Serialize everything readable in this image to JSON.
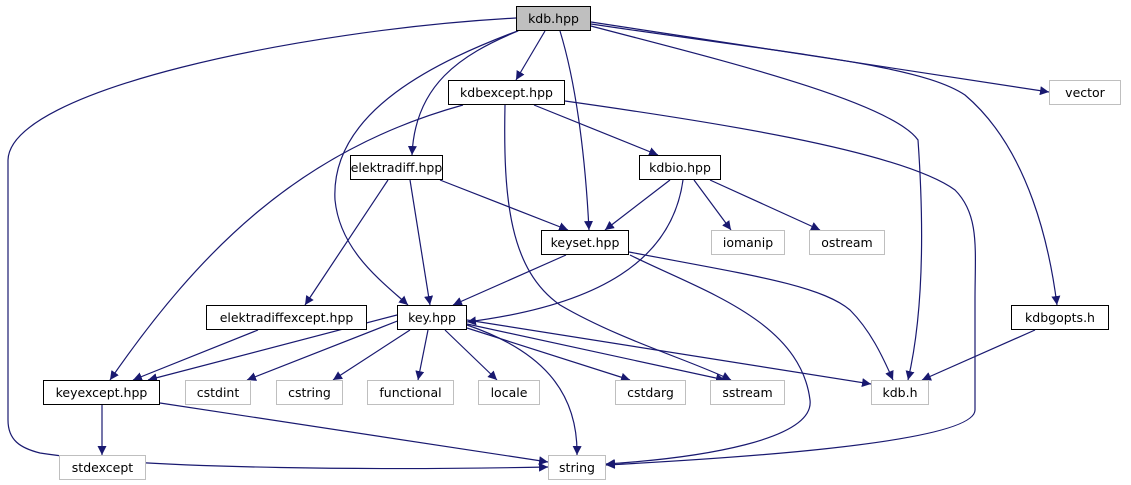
{
  "graph": {
    "edge_color": "#191970",
    "root_fill": "#bfbfbf",
    "nodes": [
      {
        "id": "kdb_hpp",
        "label": "kdb.hpp",
        "kind": "root"
      },
      {
        "id": "kdbexcept_hpp",
        "label": "kdbexcept.hpp",
        "kind": "local"
      },
      {
        "id": "vector",
        "label": "vector",
        "kind": "sys"
      },
      {
        "id": "elektradiff_hpp",
        "label": "elektradiff.hpp",
        "kind": "local"
      },
      {
        "id": "kdbio_hpp",
        "label": "kdbio.hpp",
        "kind": "local"
      },
      {
        "id": "keyset_hpp",
        "label": "keyset.hpp",
        "kind": "local"
      },
      {
        "id": "iomanip",
        "label": "iomanip",
        "kind": "sys"
      },
      {
        "id": "ostream",
        "label": "ostream",
        "kind": "sys"
      },
      {
        "id": "elektradiffexcept_hpp",
        "label": "elektradiffexcept.hpp",
        "kind": "local"
      },
      {
        "id": "key_hpp",
        "label": "key.hpp",
        "kind": "local"
      },
      {
        "id": "kdbgopts_h",
        "label": "kdbgopts.h",
        "kind": "local"
      },
      {
        "id": "keyexcept_hpp",
        "label": "keyexcept.hpp",
        "kind": "local"
      },
      {
        "id": "cstdint",
        "label": "cstdint",
        "kind": "sys"
      },
      {
        "id": "cstring",
        "label": "cstring",
        "kind": "sys"
      },
      {
        "id": "functional",
        "label": "functional",
        "kind": "sys"
      },
      {
        "id": "locale",
        "label": "locale",
        "kind": "sys"
      },
      {
        "id": "cstdarg",
        "label": "cstdarg",
        "kind": "sys"
      },
      {
        "id": "sstream",
        "label": "sstream",
        "kind": "sys"
      },
      {
        "id": "kdb_h",
        "label": "kdb.h",
        "kind": "sys"
      },
      {
        "id": "stdexcept",
        "label": "stdexcept",
        "kind": "sys"
      },
      {
        "id": "string",
        "label": "string",
        "kind": "sys"
      }
    ],
    "edges": [
      [
        "kdb_hpp",
        "string"
      ],
      [
        "kdb_hpp",
        "key_hpp"
      ],
      [
        "kdb_hpp",
        "elektradiff_hpp"
      ],
      [
        "kdb_hpp",
        "kdbexcept_hpp"
      ],
      [
        "kdb_hpp",
        "keyset_hpp"
      ],
      [
        "kdb_hpp",
        "kdb_h"
      ],
      [
        "kdb_hpp",
        "vector"
      ],
      [
        "kdb_hpp",
        "kdbgopts_h"
      ],
      [
        "kdbexcept_hpp",
        "keyexcept_hpp"
      ],
      [
        "kdbexcept_hpp",
        "sstream"
      ],
      [
        "kdbexcept_hpp",
        "kdbio_hpp"
      ],
      [
        "kdbexcept_hpp",
        "string"
      ],
      [
        "elektradiff_hpp",
        "elektradiffexcept_hpp"
      ],
      [
        "elektradiff_hpp",
        "key_hpp"
      ],
      [
        "elektradiff_hpp",
        "keyset_hpp"
      ],
      [
        "kdbio_hpp",
        "keyset_hpp"
      ],
      [
        "kdbio_hpp",
        "key_hpp"
      ],
      [
        "kdbio_hpp",
        "iomanip"
      ],
      [
        "kdbio_hpp",
        "ostream"
      ],
      [
        "keyset_hpp",
        "key_hpp"
      ],
      [
        "keyset_hpp",
        "kdb_h"
      ],
      [
        "keyset_hpp",
        "string"
      ],
      [
        "key_hpp",
        "keyexcept_hpp"
      ],
      [
        "key_hpp",
        "cstdint"
      ],
      [
        "key_hpp",
        "cstring"
      ],
      [
        "key_hpp",
        "functional"
      ],
      [
        "key_hpp",
        "locale"
      ],
      [
        "key_hpp",
        "string"
      ],
      [
        "key_hpp",
        "cstdarg"
      ],
      [
        "key_hpp",
        "sstream"
      ],
      [
        "key_hpp",
        "kdb_h"
      ],
      [
        "elektradiffexcept_hpp",
        "keyexcept_hpp"
      ],
      [
        "keyexcept_hpp",
        "stdexcept"
      ],
      [
        "keyexcept_hpp",
        "string"
      ],
      [
        "kdbgopts_h",
        "kdb_h"
      ]
    ]
  }
}
